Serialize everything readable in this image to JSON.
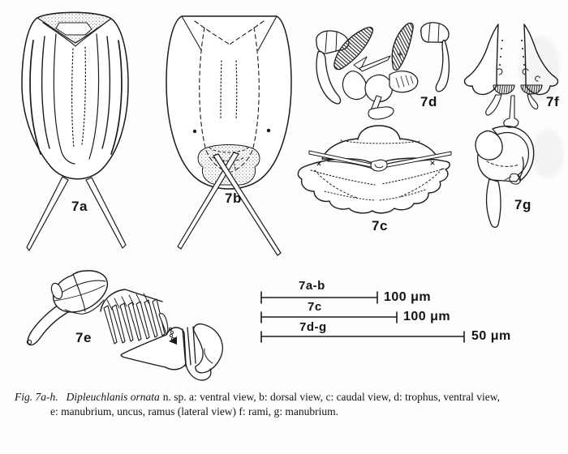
{
  "figure": {
    "panel_labels": {
      "a": "7a",
      "b": "7b",
      "c": "7c",
      "d": "7d",
      "e": "7e",
      "f": "7f",
      "g": "7g"
    },
    "scale_bars": [
      {
        "range_label": "7a-b",
        "value": "100 μm"
      },
      {
        "range_label": "7c",
        "value": "100 μm"
      },
      {
        "range_label": "7d-g",
        "value": "50 μm"
      }
    ],
    "caption": {
      "fig_ref": "Fig. 7a-h.",
      "species": "Dipleuchlanis ornata",
      "line1_rest": "n. sp. a: ventral view, b: dorsal view, c: caudal view, d: trophus, ventral view,",
      "line2": "e: manubrium, uncus, ramus (lateral view) f: rami, g: manubrium."
    },
    "ink_color": "#1b1b1b",
    "paper_color": "#fdfdfb"
  }
}
